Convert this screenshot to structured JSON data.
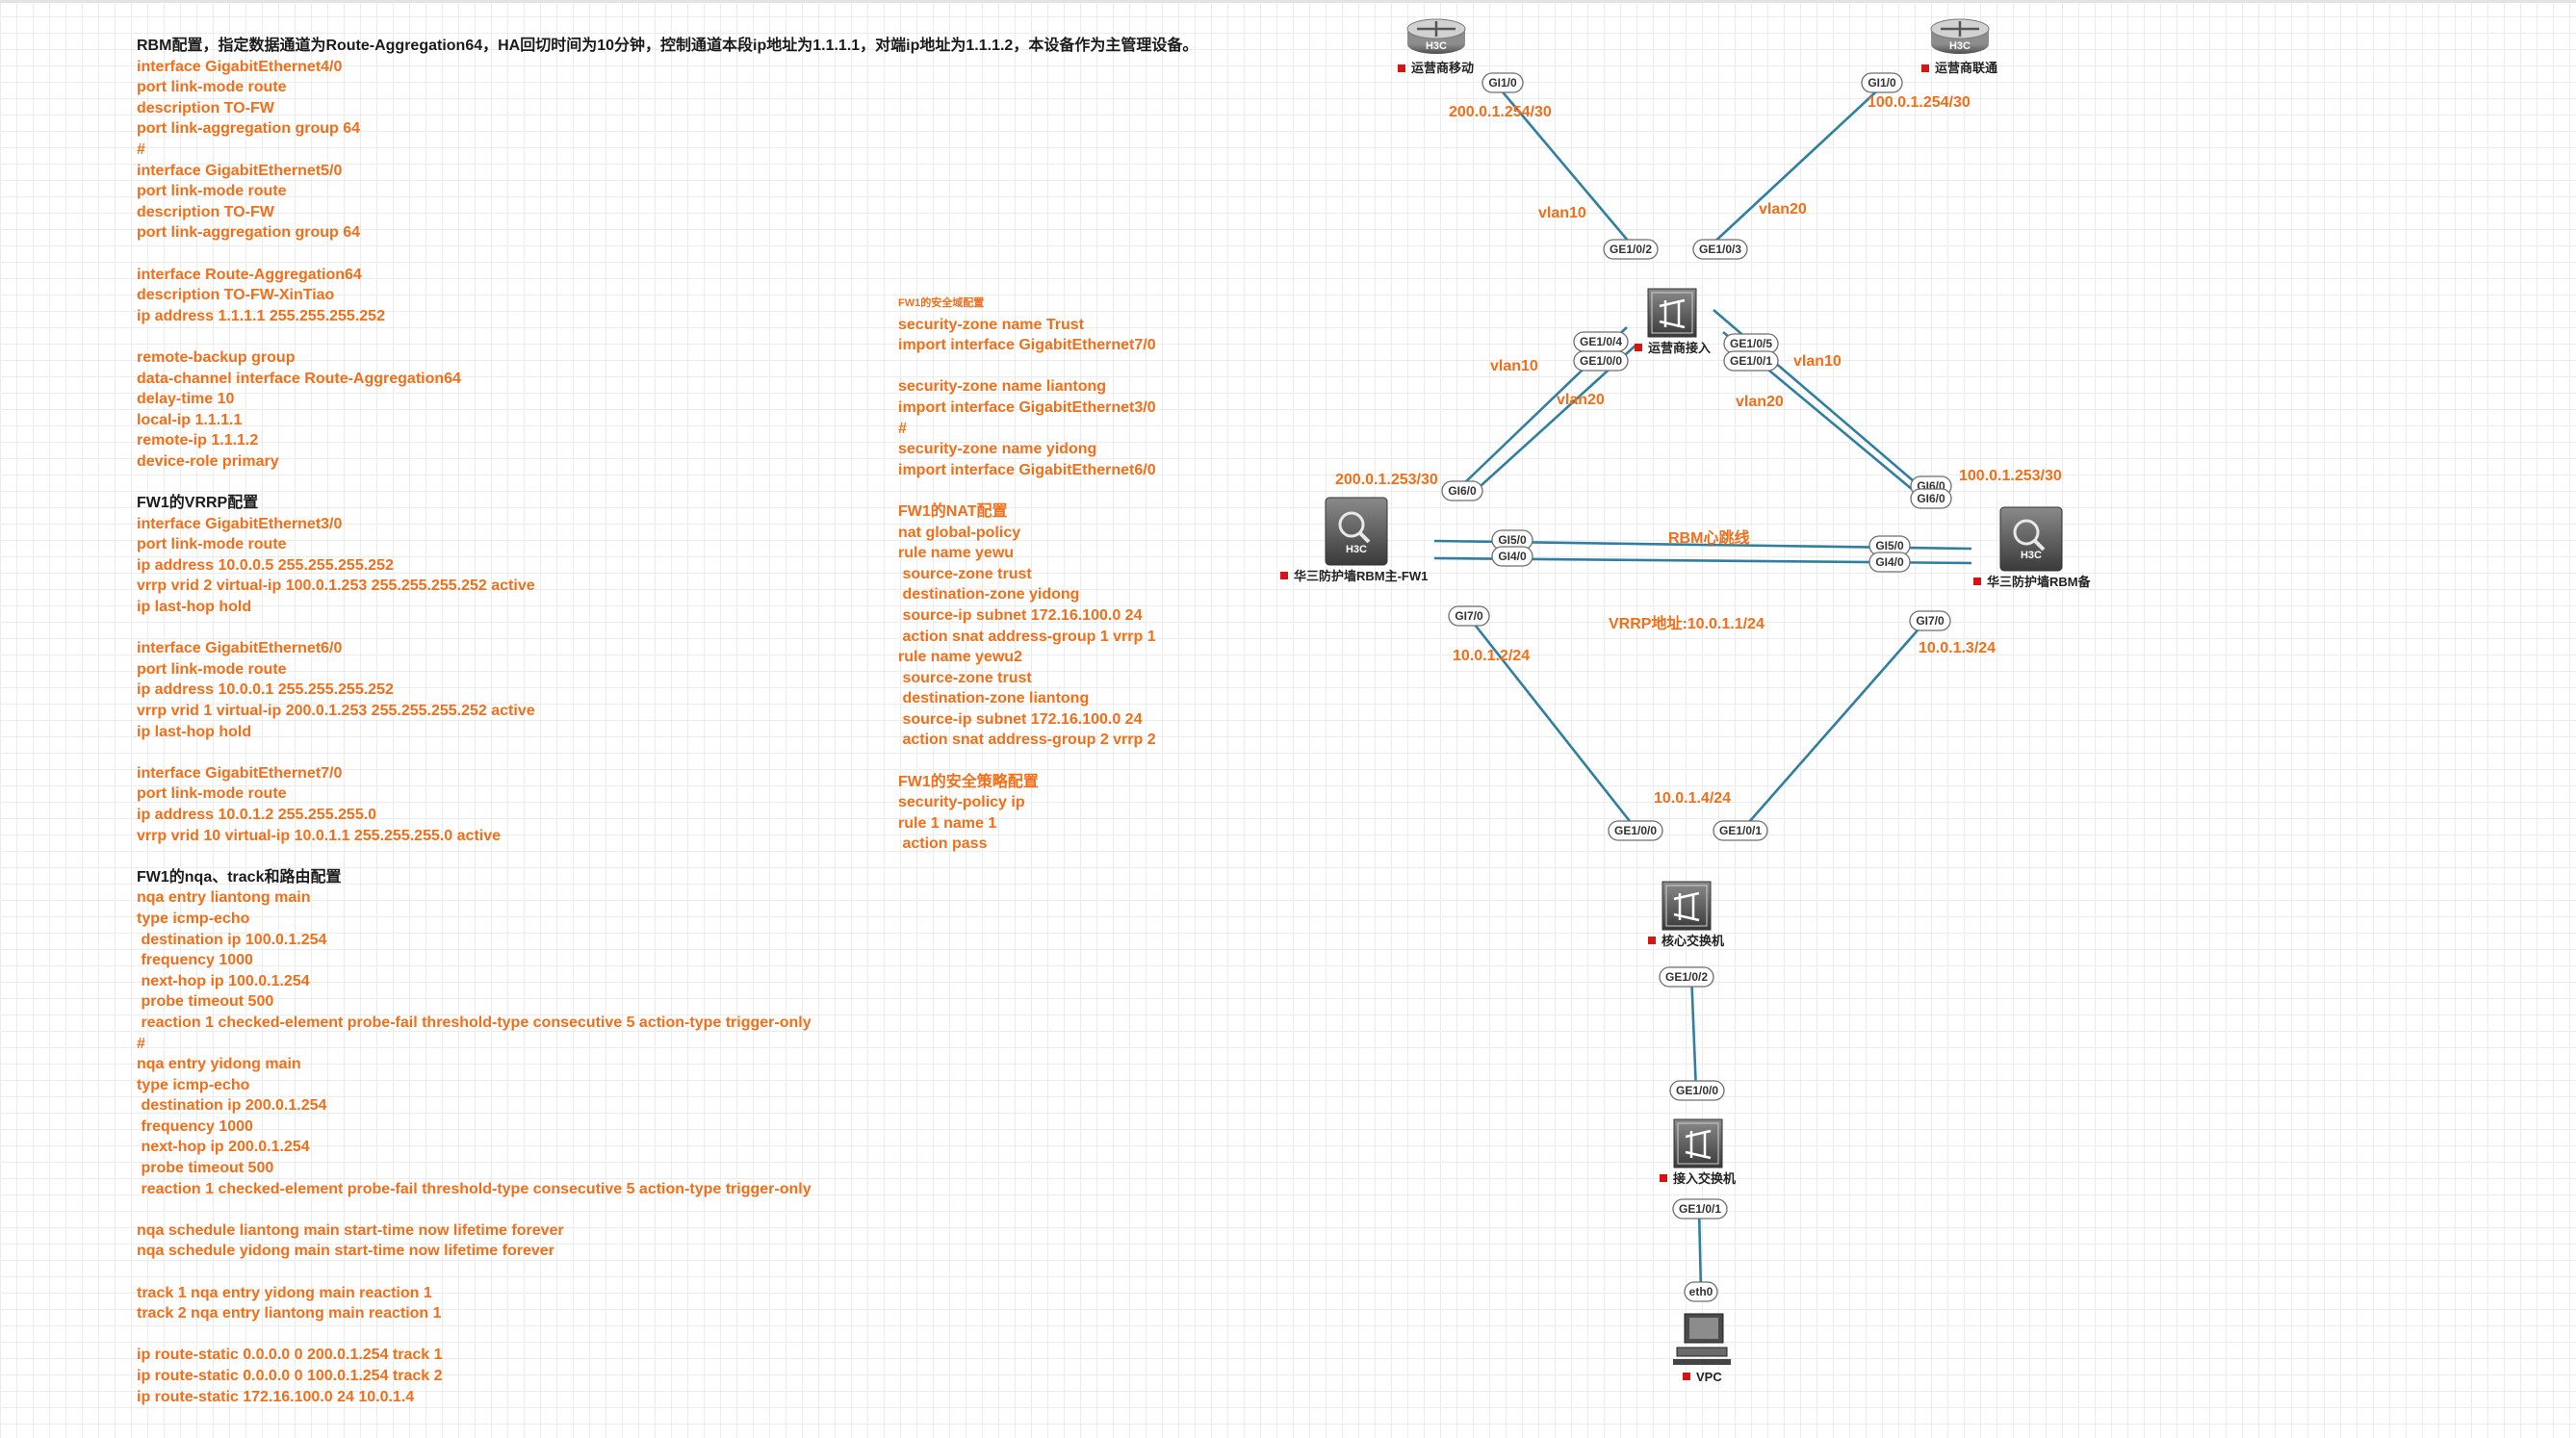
{
  "text_left": [
    {
      "t": "RBM配置，指定数据通道为Route-Aggregation64，HA回切时间为10分钟，控制通道本段ip地址为1.1.1.1，对端ip地址为1.1.1.2，本设备作为主管理设备。",
      "c": "h"
    },
    {
      "t": "interface GigabitEthernet4/0"
    },
    {
      "t": "port link-mode route"
    },
    {
      "t": "description TO-FW"
    },
    {
      "t": "port link-aggregation group 64"
    },
    {
      "t": "#"
    },
    {
      "t": "interface GigabitEthernet5/0"
    },
    {
      "t": "port link-mode route"
    },
    {
      "t": "description TO-FW"
    },
    {
      "t": "port link-aggregation group 64"
    },
    {
      "t": ""
    },
    {
      "t": "interface Route-Aggregation64"
    },
    {
      "t": "description TO-FW-XinTiao"
    },
    {
      "t": "ip address 1.1.1.1 255.255.255.252"
    },
    {
      "t": ""
    },
    {
      "t": "remote-backup group"
    },
    {
      "t": "data-channel interface Route-Aggregation64"
    },
    {
      "t": "delay-time 10"
    },
    {
      "t": "local-ip 1.1.1.1"
    },
    {
      "t": "remote-ip 1.1.1.2"
    },
    {
      "t": "device-role primary"
    },
    {
      "t": ""
    },
    {
      "t": "FW1的VRRP配置",
      "c": "h"
    },
    {
      "t": "interface GigabitEthernet3/0"
    },
    {
      "t": "port link-mode route"
    },
    {
      "t": "ip address 10.0.0.5 255.255.255.252"
    },
    {
      "t": "vrrp vrid 2 virtual-ip 100.0.1.253 255.255.255.252 active"
    },
    {
      "t": "ip last-hop hold"
    },
    {
      "t": ""
    },
    {
      "t": "interface GigabitEthernet6/0"
    },
    {
      "t": "port link-mode route"
    },
    {
      "t": "ip address 10.0.0.1 255.255.255.252"
    },
    {
      "t": "vrrp vrid 1 virtual-ip 200.0.1.253 255.255.255.252 active"
    },
    {
      "t": "ip last-hop hold"
    },
    {
      "t": ""
    },
    {
      "t": "interface GigabitEthernet7/0"
    },
    {
      "t": "port link-mode route"
    },
    {
      "t": "ip address 10.0.1.2 255.255.255.0"
    },
    {
      "t": "vrrp vrid 10 virtual-ip 10.0.1.1 255.255.255.0 active"
    },
    {
      "t": ""
    },
    {
      "t": "FW1的nqa、track和路由配置",
      "c": "h"
    },
    {
      "t": "nqa entry liantong main"
    },
    {
      "t": "type icmp-echo"
    },
    {
      "t": " destination ip 100.0.1.254"
    },
    {
      "t": " frequency 1000"
    },
    {
      "t": " next-hop ip 100.0.1.254"
    },
    {
      "t": " probe timeout 500"
    },
    {
      "t": " reaction 1 checked-element probe-fail threshold-type consecutive 5 action-type trigger-only"
    },
    {
      "t": "#"
    },
    {
      "t": "nqa entry yidong main"
    },
    {
      "t": "type icmp-echo"
    },
    {
      "t": " destination ip 200.0.1.254"
    },
    {
      "t": " frequency 1000"
    },
    {
      "t": " next-hop ip 200.0.1.254"
    },
    {
      "t": " probe timeout 500"
    },
    {
      "t": " reaction 1 checked-element probe-fail threshold-type consecutive 5 action-type trigger-only"
    },
    {
      "t": ""
    },
    {
      "t": "nqa schedule liantong main start-time now lifetime forever"
    },
    {
      "t": "nqa schedule yidong main start-time now lifetime forever"
    },
    {
      "t": ""
    },
    {
      "t": "track 1 nqa entry yidong main reaction 1"
    },
    {
      "t": "track 2 nqa entry liantong main reaction 1"
    },
    {
      "t": ""
    },
    {
      "t": "ip route-static 0.0.0.0 0 200.0.1.254 track 1"
    },
    {
      "t": "ip route-static 0.0.0.0 0 100.0.1.254 track 2"
    },
    {
      "t": "ip route-static 172.16.100.0 24 10.0.1.4"
    }
  ],
  "text_mid": [
    {
      "t": "FW1的安全域配置",
      "c": "s"
    },
    {
      "t": "security-zone name Trust"
    },
    {
      "t": "import interface GigabitEthernet7/0"
    },
    {
      "t": ""
    },
    {
      "t": "security-zone name liantong"
    },
    {
      "t": "import interface GigabitEthernet3/0"
    },
    {
      "t": "#"
    },
    {
      "t": "security-zone name yidong"
    },
    {
      "t": "import interface GigabitEthernet6/0"
    },
    {
      "t": ""
    },
    {
      "t": "FW1的NAT配置"
    },
    {
      "t": "nat global-policy"
    },
    {
      "t": "rule name yewu"
    },
    {
      "t": " source-zone trust"
    },
    {
      "t": " destination-zone yidong"
    },
    {
      "t": " source-ip subnet 172.16.100.0 24"
    },
    {
      "t": " action snat address-group 1 vrrp 1"
    },
    {
      "t": "rule name yewu2"
    },
    {
      "t": " source-zone trust"
    },
    {
      "t": " destination-zone liantong"
    },
    {
      "t": " source-ip subnet 172.16.100.0 24"
    },
    {
      "t": " action snat address-group 2 vrrp 2"
    },
    {
      "t": ""
    },
    {
      "t": "FW1的安全策略配置"
    },
    {
      "t": "security-policy ip"
    },
    {
      "t": "rule 1 name 1"
    },
    {
      "t": " action pass"
    }
  ],
  "devices": {
    "router_mobile": "运营商移动",
    "router_unicom": "运营商联通",
    "isp_access_switch": "运营商接入",
    "fw_primary": "华三防护墙RBM主-FW1",
    "fw_backup": "华三防护墙RBM备",
    "core_switch": "核心交换机",
    "access_switch": "接入交换机",
    "vpc": "VPC"
  },
  "brand_text": "H3C",
  "ports": {
    "rm_g1": "GI1/0",
    "ru_g1": "GI1/0",
    "isp_ge102": "GE1/0/2",
    "isp_ge103": "GE1/0/3",
    "isp_ge104": "GE1/0/4",
    "isp_ge100": "GE1/0/0",
    "isp_ge105": "GE1/0/5",
    "isp_ge101": "GE1/0/1",
    "fw1_g6": "GI6/0",
    "fw1_g5": "GI5/0",
    "fw1_g4": "GI4/0",
    "fw1_g7": "GI7/0",
    "fw2_g6a": "GI6/0",
    "fw2_g6b": "GI6/0",
    "fw2_g5": "GI5/0",
    "fw2_g4": "GI4/0",
    "fw2_g7": "GI7/0",
    "core_ge100": "GE1/0/0",
    "core_ge101": "GE1/0/1",
    "core_ge102": "GE1/0/2",
    "acc_ge100": "GE1/0/0",
    "acc_ge101": "GE1/0/1",
    "vpc_eth0": "eth0"
  },
  "labels": {
    "ip_mobile": "200.0.1.254/30",
    "ip_unicom": "100.0.1.254/30",
    "vlan10_a": "vlan10",
    "vlan20_a": "vlan20",
    "vlan10_b": "vlan10",
    "vlan20_b": "vlan20",
    "vlan10_c": "vlan10",
    "vlan20_c": "vlan20",
    "ip_fw1_up": "200.0.1.253/30",
    "ip_fw2_up": "100.0.1.253/30",
    "heartbeat": "RBM心跳线",
    "vrrp": "VRRP地址:10.0.1.1/24",
    "ip_fw1_down": "10.0.1.2/24",
    "ip_fw2_down": "10.0.1.3/24",
    "ip_core": "10.0.1.4/24"
  },
  "colors": {
    "config_text": "#f36e19",
    "heading_text": "#1b1b1b",
    "link": "#2f7fa0",
    "marker": "#d81313"
  }
}
